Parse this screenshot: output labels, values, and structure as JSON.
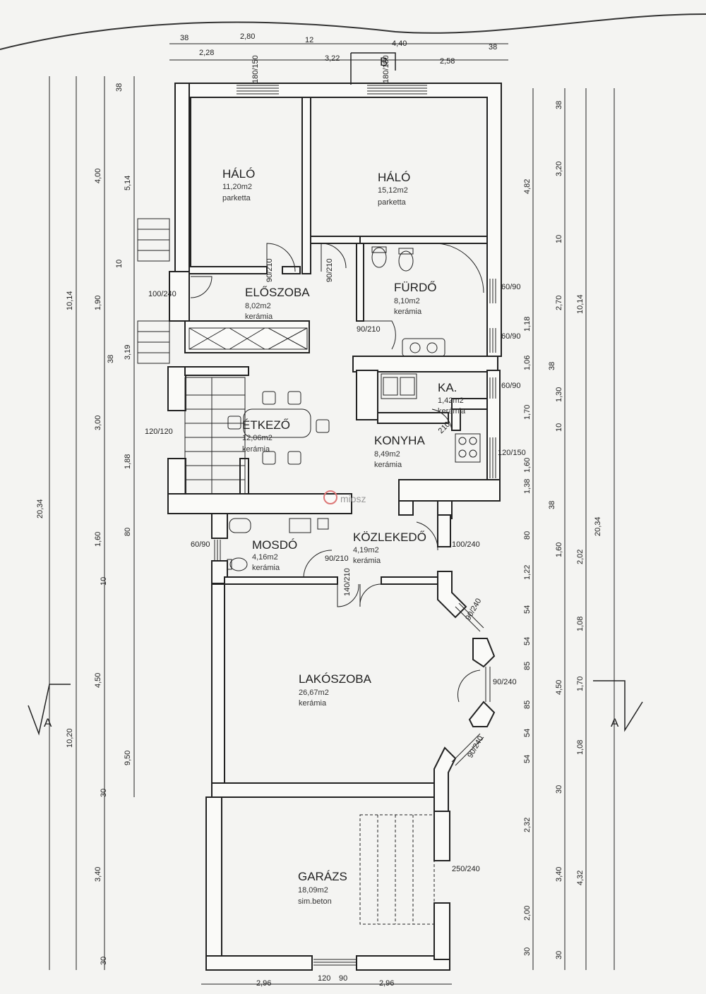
{
  "rooms": [
    {
      "key": "halo1",
      "name": "HÁLÓ",
      "area": "11,20m2",
      "floor": "parketta"
    },
    {
      "key": "halo2",
      "name": "HÁLÓ",
      "area": "15,12m2",
      "floor": "parketta"
    },
    {
      "key": "eloszoba",
      "name": "ELŐSZOBA",
      "area": "8,02m2",
      "floor": "kerámia"
    },
    {
      "key": "furdo",
      "name": "FÜRDŐ",
      "area": "8,10m2",
      "floor": "kerámia"
    },
    {
      "key": "ka",
      "name": "KA.",
      "area": "1,42m2",
      "floor": "kerámia"
    },
    {
      "key": "etkezo",
      "name": "ÉTKEZŐ",
      "area": "12,06m2",
      "floor": "kerámia"
    },
    {
      "key": "konyha",
      "name": "KONYHA",
      "area": "8,49m2",
      "floor": "kerámia"
    },
    {
      "key": "mosdo",
      "name": "MOSDÓ",
      "area": "4,16m2",
      "floor": "kerámia"
    },
    {
      "key": "kozlekedo",
      "name": "KÖZLEKEDŐ",
      "area": "4,19m2",
      "floor": "kerámia"
    },
    {
      "key": "lakoszoba",
      "name": "LAKÓSZOBA",
      "area": "26,67m2",
      "floor": "kerámia"
    },
    {
      "key": "garazs",
      "name": "GARÁZS",
      "area": "18,09m2",
      "floor": "sim.beton"
    }
  ],
  "section_marks": {
    "a_left": "A",
    "a_right": "A",
    "b_top": "B"
  },
  "watermark": "miosz",
  "dims_top": [
    "38",
    "2,80",
    "12",
    "4,40",
    "38",
    "2,28",
    "3,22",
    "2,58"
  ],
  "dims_bottom": [
    "2,96",
    "120",
    "90",
    "2,96"
  ],
  "dims_left_outer": [
    "20,34",
    "10,14",
    "10,20"
  ],
  "dims_left_mid": [
    "4,00",
    "1,90",
    "3,00",
    "1,60",
    "4,50",
    "3,40",
    "38",
    "10",
    "38",
    "10",
    "30",
    "30"
  ],
  "dims_left_inner": [
    "5,14",
    "3,19",
    "1,88",
    "80",
    "9,50"
  ],
  "dims_right_outer": [
    "20,34",
    "10,14"
  ],
  "dims_right_mid": [
    "4,82",
    "1,18",
    "1,06",
    "1,70",
    "1,60",
    "1,38",
    "80",
    "1,22",
    "54",
    "54",
    "85",
    "85",
    "54",
    "54",
    "2,32",
    "2,00",
    "30"
  ],
  "dims_right_inner": [
    "38",
    "3,20",
    "10",
    "2,70",
    "38",
    "1,30",
    "10",
    "38",
    "1,60",
    "2,02",
    "1,08",
    "1,70",
    "1,08",
    "30",
    "3,40",
    "4,32",
    "4,50",
    "30"
  ],
  "openings": [
    "180/150",
    "180/150",
    "90/210",
    "90/210",
    "100/240",
    "60/90",
    "60/90",
    "90/210",
    "60/90",
    "210",
    "120/120",
    "120/150",
    "90/210",
    "140/210",
    "100/240",
    "60/90",
    "90/240",
    "90/240",
    "90/240",
    "250/240"
  ]
}
